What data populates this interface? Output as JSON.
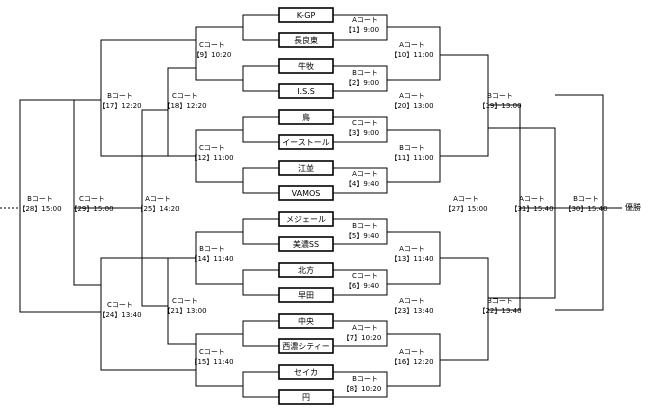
{
  "teams": [
    "K-GP",
    "長良東",
    "牛牧",
    "I.S.S",
    "鳥",
    "イーストール",
    "江並",
    "VAMOS",
    "メジェール",
    "美濃SS",
    "北方",
    "早田",
    "中央",
    "西濃シティー",
    "セイカ",
    "円"
  ],
  "matches": {
    "m1": {
      "court": "Aコート",
      "info": "【1】9:00"
    },
    "m2": {
      "court": "Bコート",
      "info": "【2】9:00"
    },
    "m3": {
      "court": "Cコート",
      "info": "【3】9:00"
    },
    "m4": {
      "court": "Aコート",
      "info": "【4】9:40"
    },
    "m5": {
      "court": "Bコート",
      "info": "【5】9:40"
    },
    "m6": {
      "court": "Cコート",
      "info": "【6】9:40"
    },
    "m7": {
      "court": "Aコート",
      "info": "【7】10:20"
    },
    "m8": {
      "court": "Bコート",
      "info": "【8】10:20"
    },
    "m9": {
      "court": "Cコート",
      "info": "【9】10:20"
    },
    "m10": {
      "court": "Aコート",
      "info": "【10】11:00"
    },
    "m11": {
      "court": "Bコート",
      "info": "【11】11:00"
    },
    "m12": {
      "court": "Cコート",
      "info": "【12】11:00"
    },
    "m13": {
      "court": "Aコート",
      "info": "【13】11:40"
    },
    "m14": {
      "court": "Bコート",
      "info": "【14】11:40"
    },
    "m15": {
      "court": "Cコート",
      "info": "【15】11:40"
    },
    "m16": {
      "court": "Aコート",
      "info": "【16】12:20"
    },
    "m17": {
      "court": "Bコート",
      "info": "【17】12:20"
    },
    "m18": {
      "court": "Cコート",
      "info": "【18】12:20"
    },
    "m19": {
      "court": "Bコート",
      "info": "【19】13:00"
    },
    "m20": {
      "court": "Aコート",
      "info": "【20】13:00"
    },
    "m21": {
      "court": "Cコート",
      "info": "【21】13:00"
    },
    "m22": {
      "court": "Bコート",
      "info": "【22】13:40"
    },
    "m23": {
      "court": "Aコート",
      "info": "【23】13:40"
    },
    "m24": {
      "court": "Cコート",
      "info": "【24】13:40"
    },
    "m25": {
      "court": "Aコート",
      "info": "【25】14:20"
    },
    "m26": {
      "court": "Aコート",
      "info": "【27】15:00"
    },
    "m27": {
      "court": "Cコート",
      "info": "【29】15:00"
    },
    "m28": {
      "court": "Bコート",
      "info": "【28】15:00"
    },
    "m29": {
      "court": "Aコート",
      "info": "【31】15:40"
    },
    "m30": {
      "court": "Bコート",
      "info": "【30】15:40"
    }
  },
  "winner_label": "優勝"
}
